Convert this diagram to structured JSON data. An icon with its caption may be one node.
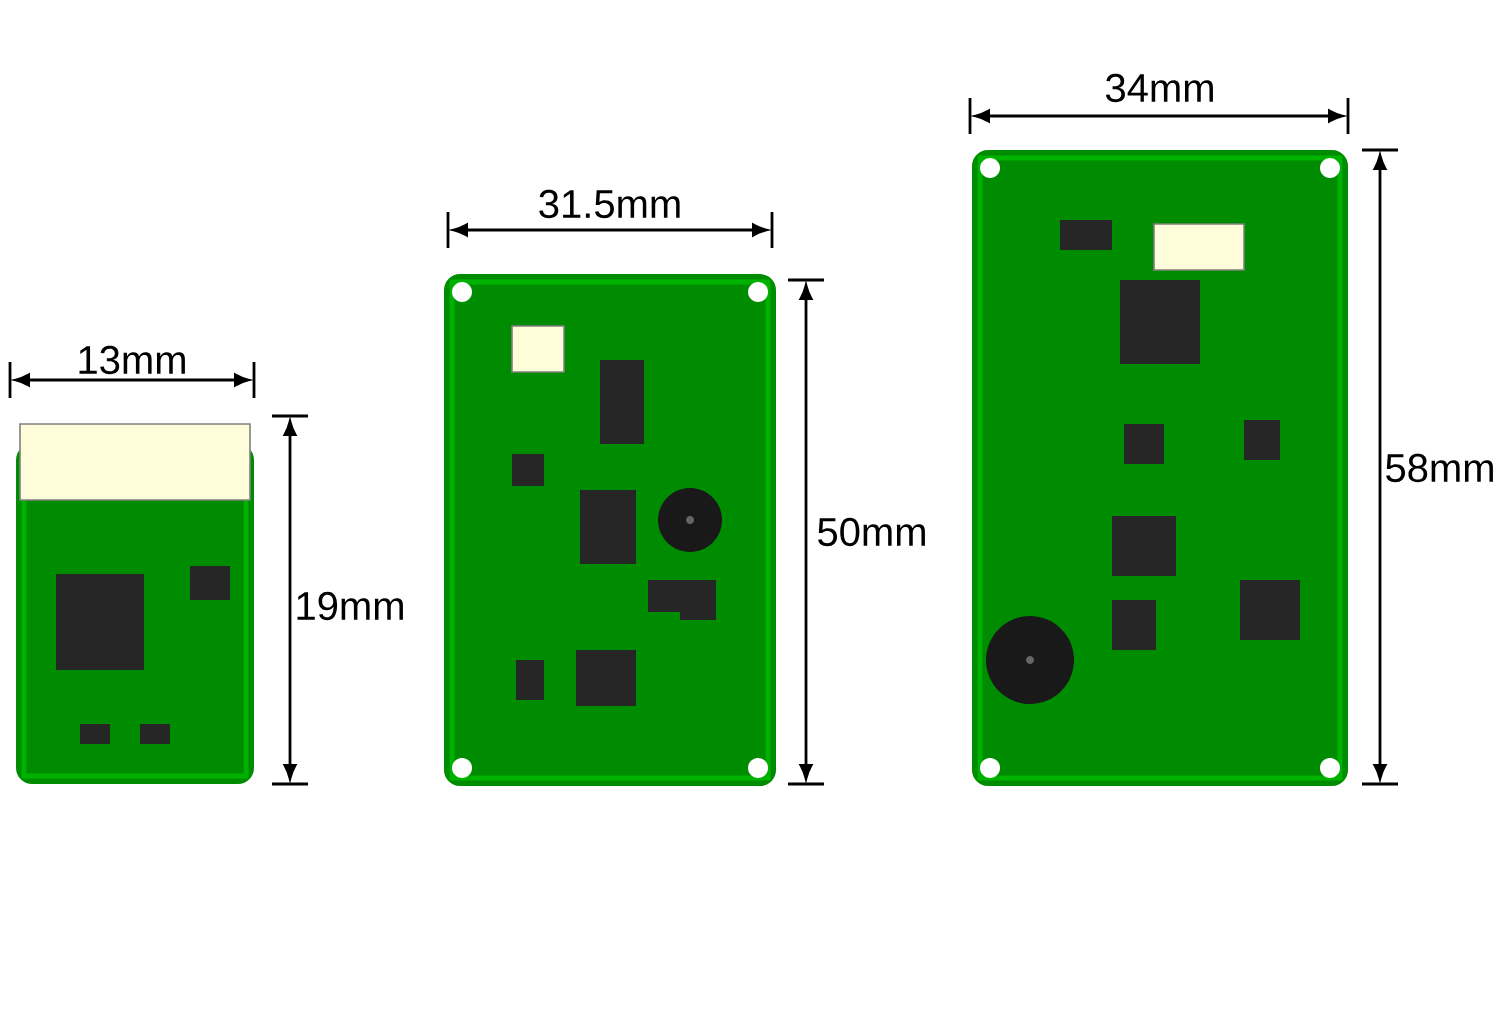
{
  "diagram": {
    "labels": [
      "13mm",
      "19mm",
      "31.5mm",
      "50mm",
      "34mm",
      "58mm"
    ]
  }
}
